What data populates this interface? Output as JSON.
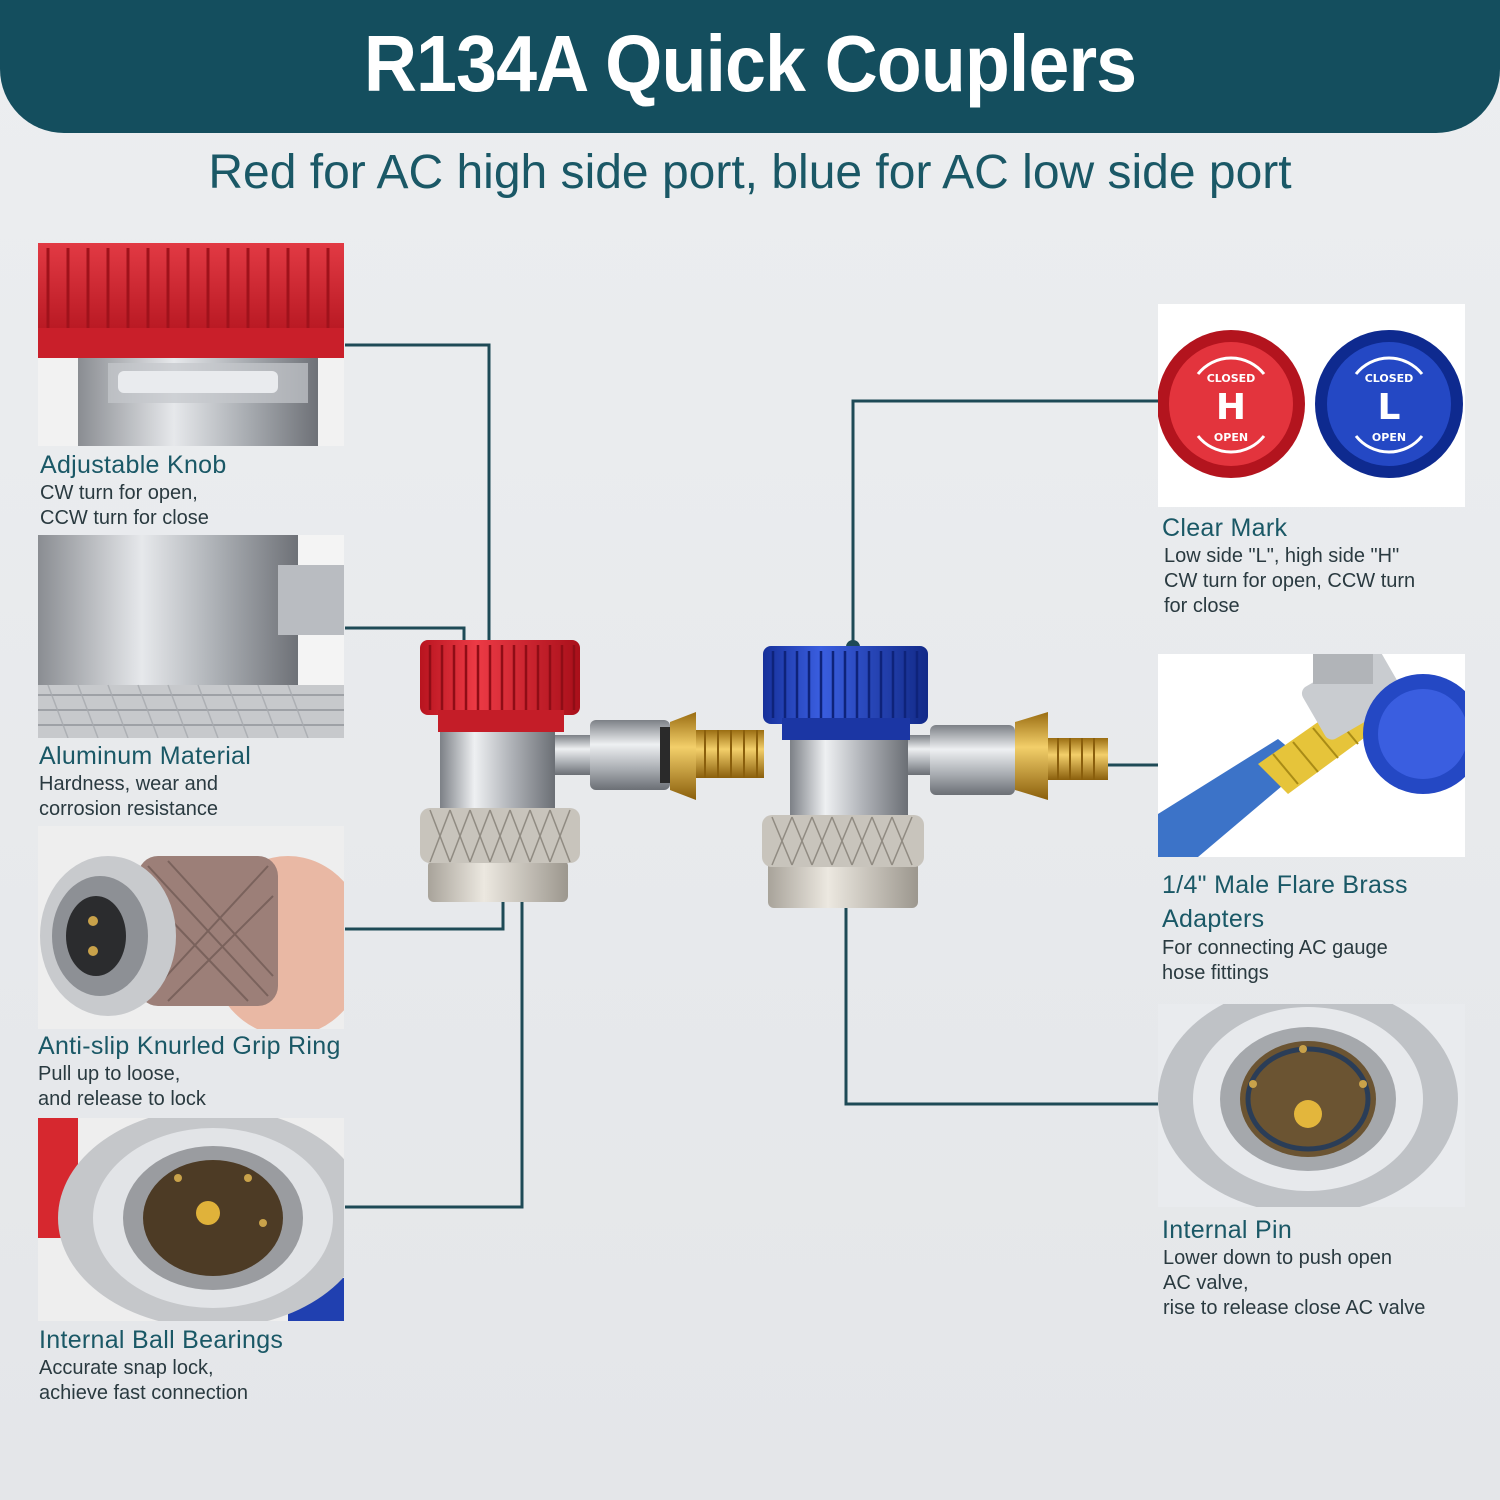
{
  "header": {
    "title": "R134A Quick Couplers",
    "subtitle": "Red for AC high side port, blue for AC low side port"
  },
  "colors": {
    "banner": "#144e5e",
    "accent_text": "#1a5866",
    "high_side": "#d8252f",
    "low_side": "#1f3fb4",
    "brass": "#d9a431",
    "chrome": "#c9ccd0"
  },
  "features_left": [
    {
      "title": "Adjustable Knob",
      "desc": "CW turn for open,\nCCW turn for close",
      "photo": "red-knob-closeup"
    },
    {
      "title": "Aluminum Material",
      "desc": "Hardness, wear and\ncorrosion resistance",
      "photo": "chrome-body-closeup"
    },
    {
      "title": "Anti-slip Knurled Grip Ring",
      "desc": "Pull up to loose,\nand release to lock",
      "photo": "hand-pulling-grip-ring"
    },
    {
      "title": "Internal Ball Bearings",
      "desc": "Accurate snap lock,\nachieve fast connection",
      "photo": "coupler-opening-closeup"
    }
  ],
  "features_right": [
    {
      "title": "Clear Mark",
      "desc": "Low side \"L\", high side \"H\"\nCW turn for open, CCW turn\nfor close",
      "photo": "knob-markings"
    },
    {
      "title": "1/4\" Male Flare Brass\nAdapters",
      "desc": "For connecting AC gauge\nhose fittings",
      "photo": "brass-adapter-closeup"
    },
    {
      "title": "Internal Pin",
      "desc": "Lower down to push open\nAC valve,\nrise to release close AC valve",
      "photo": "internal-pin-closeup"
    }
  ],
  "knob_marks": {
    "high": {
      "letter": "H",
      "top": "CLOSED",
      "bottom": "OPEN"
    },
    "low": {
      "letter": "L",
      "top": "CLOSED",
      "bottom": "OPEN"
    }
  }
}
